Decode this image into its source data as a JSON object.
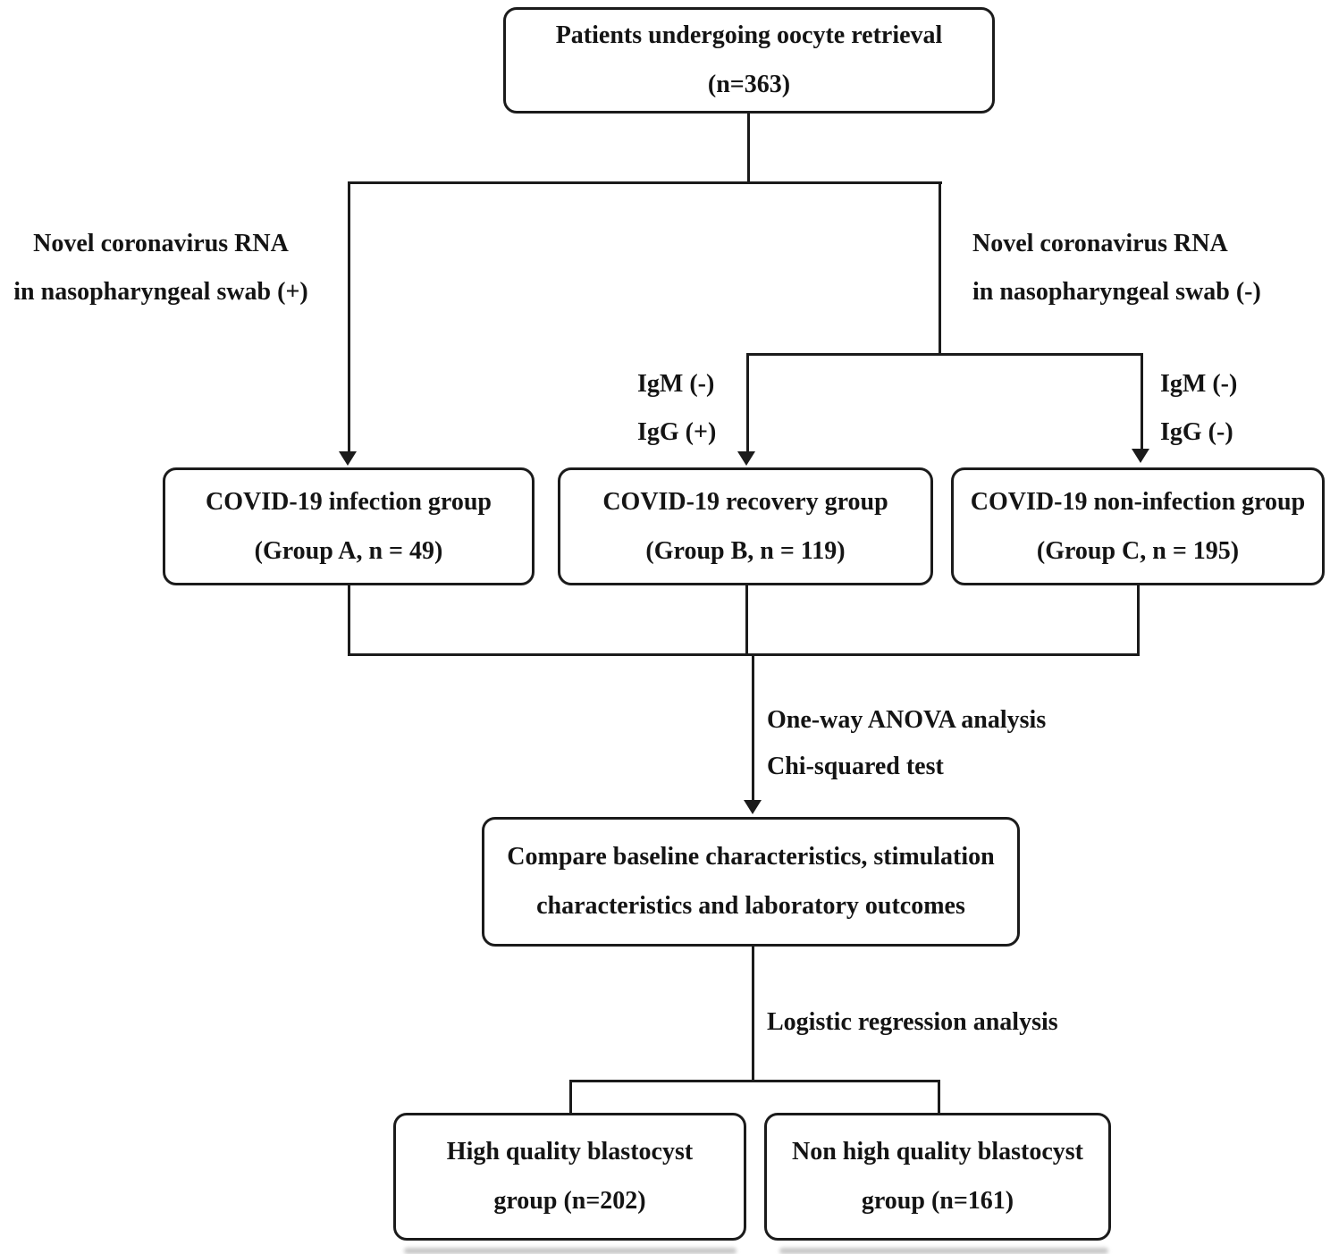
{
  "colors": {
    "line": "#1b1b1b",
    "text": "#141414",
    "box_border": "#1b1b1b",
    "background": "#ffffff"
  },
  "nodes": {
    "patients": {
      "line1": "Patients undergoing oocyte retrieval",
      "line2": "(n=363)"
    },
    "infection_group": {
      "line1": "COVID-19 infection group",
      "line2": "(Group A, n = 49)"
    },
    "recovery_group": {
      "line1": "COVID-19 recovery group",
      "line2": "(Group B, n = 119)"
    },
    "non_infection_group": {
      "line1": "COVID-19 non-infection group",
      "line2": "(Group C, n = 195)"
    },
    "compare": {
      "line1": "Compare baseline characteristics, stimulation",
      "line2": "characteristics and laboratory outcomes"
    },
    "high_quality": {
      "line1": "High quality blastocyst",
      "line2": "group (n=202)"
    },
    "non_high_quality": {
      "line1": "Non high quality blastocyst",
      "line2": "group (n=161)"
    }
  },
  "edge_labels": {
    "rna_positive": {
      "line1": "Novel coronavirus RNA",
      "line2": "in nasopharyngeal swab (+)"
    },
    "rna_negative": {
      "line1": "Novel coronavirus RNA",
      "line2": "in nasopharyngeal swab (-)"
    },
    "serology_recovery": {
      "line1": "IgM (-)",
      "line2": "IgG (+)"
    },
    "serology_non_infection": {
      "line1": "IgM (-)",
      "line2": "IgG (-)"
    },
    "statistics": {
      "line1": "One-way ANOVA analysis",
      "line2": "Chi-squared test"
    },
    "regression": {
      "line1": "Logistic regression analysis"
    }
  }
}
